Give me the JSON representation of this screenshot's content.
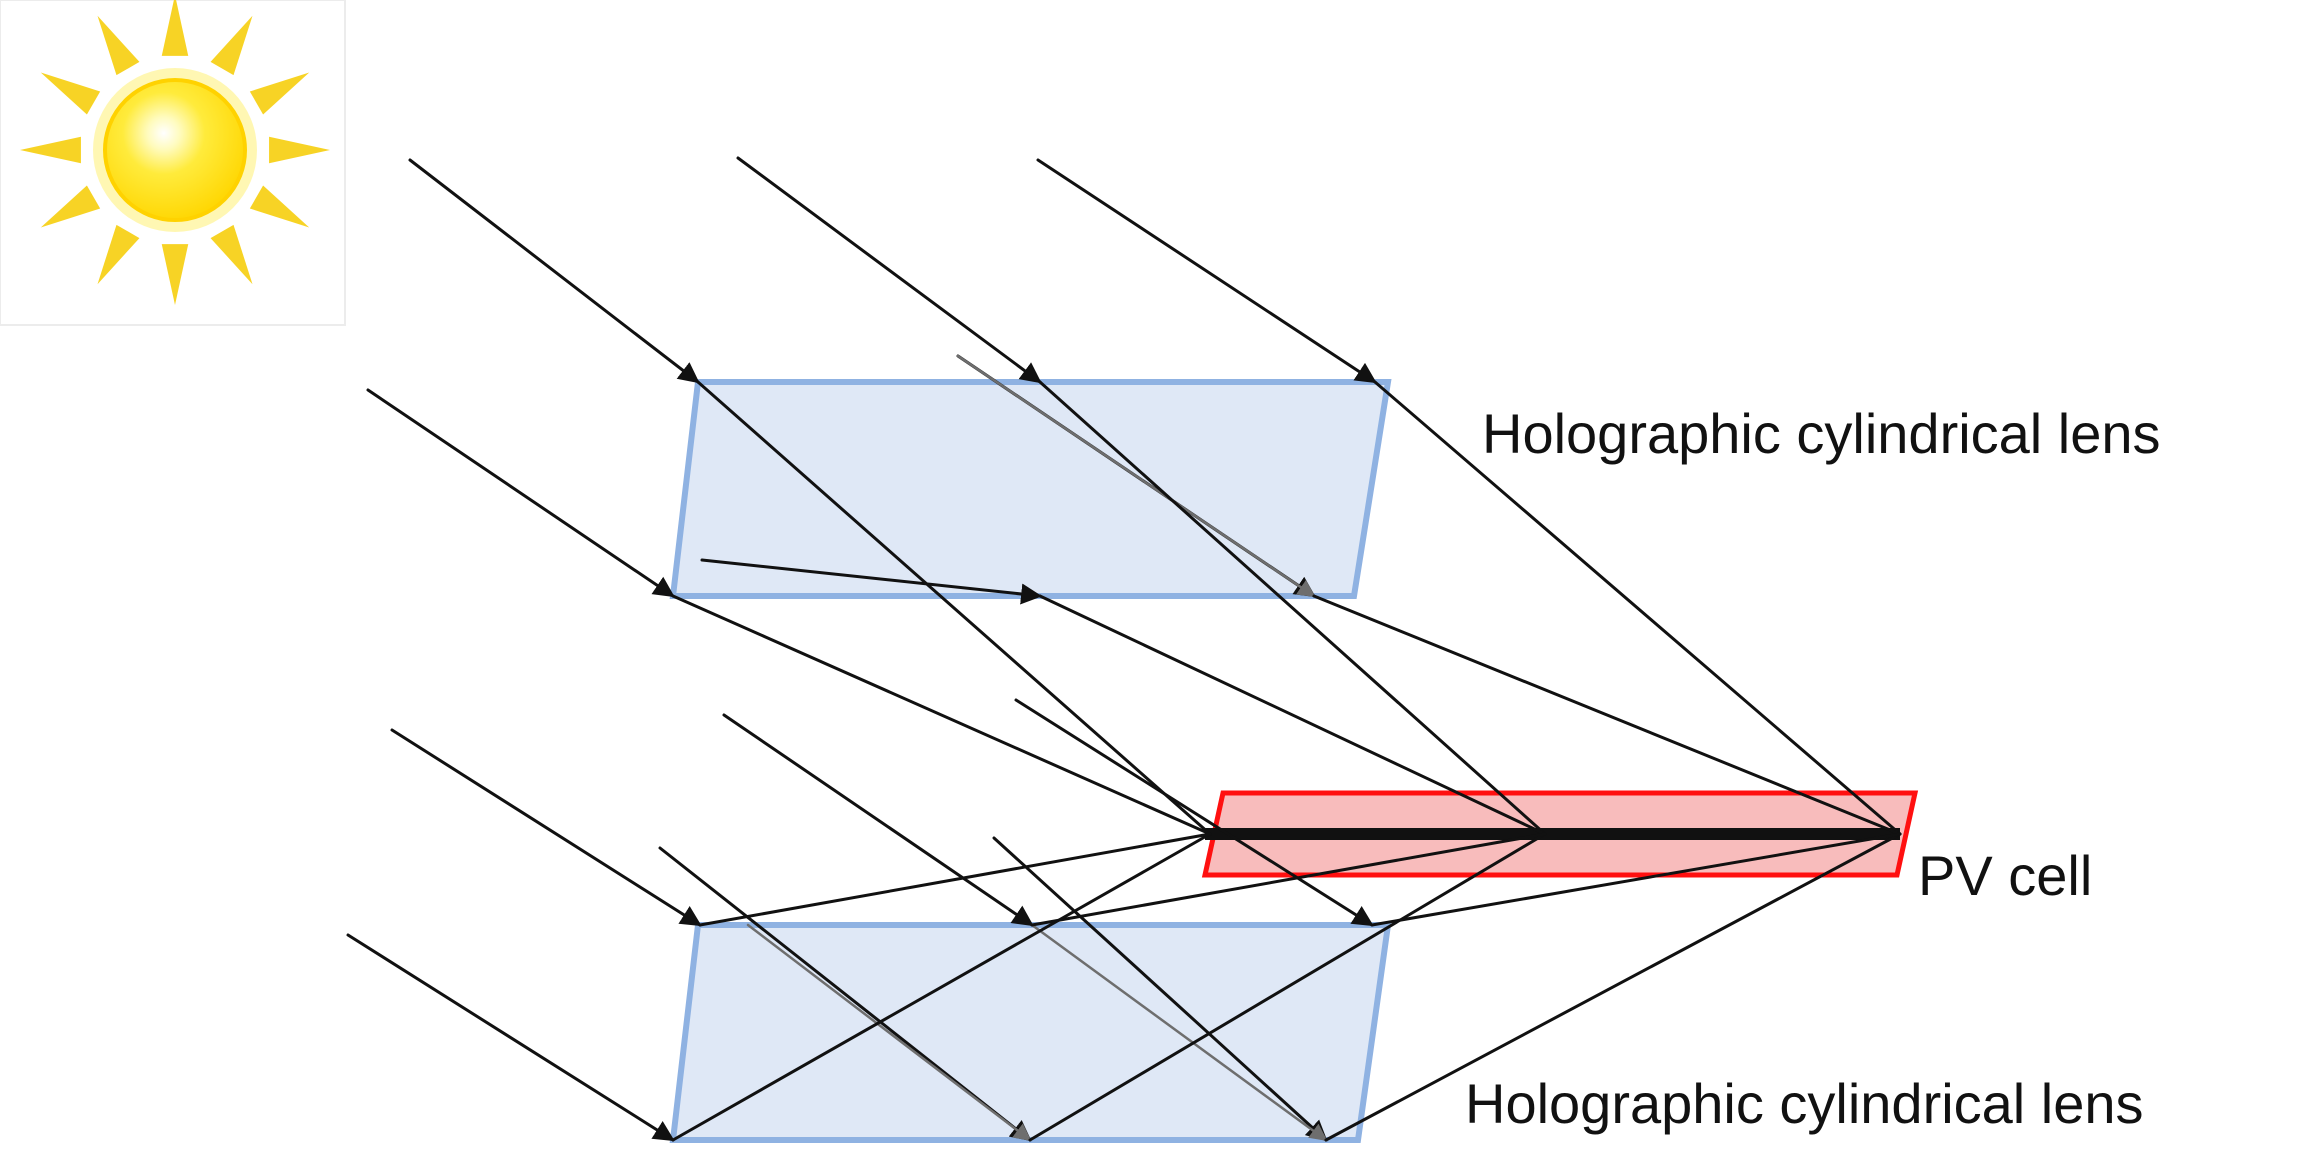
{
  "diagram": {
    "top_lens_label": "Holographic cylindrical lens",
    "bottom_lens_label": "Holographic cylindrical lens",
    "pv_label": "PV cell"
  },
  "icons": {
    "sun": "sun-icon"
  },
  "colors": {
    "lens_fill": "#dfe8f6",
    "lens_stroke": "#8fb2e2",
    "pv_fill": "#f8bcbc",
    "pv_stroke": "#ff1010",
    "ray": "#111111",
    "ray_inner": "#6e6e6e",
    "sun_core": "#ffe81a",
    "sun_glow": "#fff6a6",
    "sun_ray": "#f6cf12"
  }
}
